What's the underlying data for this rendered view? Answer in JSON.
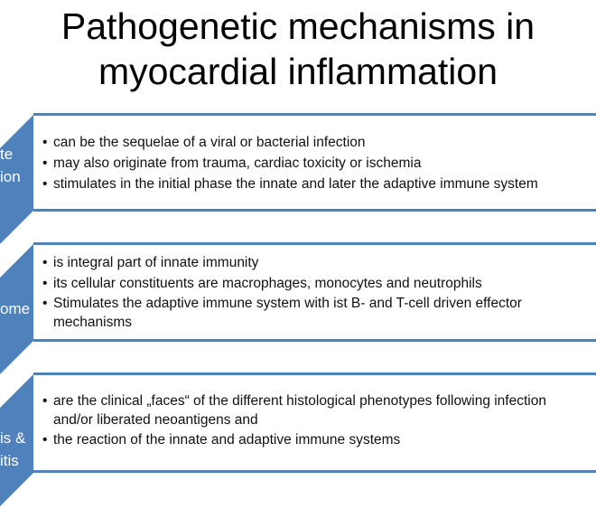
{
  "title": [
    "Pathogenetic mechanisms in",
    "myocardial inflammation"
  ],
  "colors": {
    "accent": "#4f81bd",
    "text": "#111111"
  },
  "sections": [
    {
      "label": [
        "te",
        "ion"
      ],
      "bullets": [
        "can be the sequelae of a viral or bacterial infection",
        "may also originate from trauma, cardiac  toxicity or ischemia",
        "stimulates  in the initial  phase the innate and later the adaptive immune system"
      ]
    },
    {
      "label": [
        "ome"
      ],
      "bullets": [
        "is integral part of innate immunity",
        " its cellular constituents are macrophages, monocytes  and neutrophils",
        "Stimulates the adaptive immune system with ist B- and T-cell driven  effector",
        "mechanisms"
      ]
    },
    {
      "label": [
        "is &",
        "itis"
      ],
      "bullets": [
        " are the clinical „faces“ of the different histological phenotypes following infection",
        "and/or  liberated neoantigens and",
        " the reaction of the innate and adaptive immune systems"
      ]
    }
  ]
}
